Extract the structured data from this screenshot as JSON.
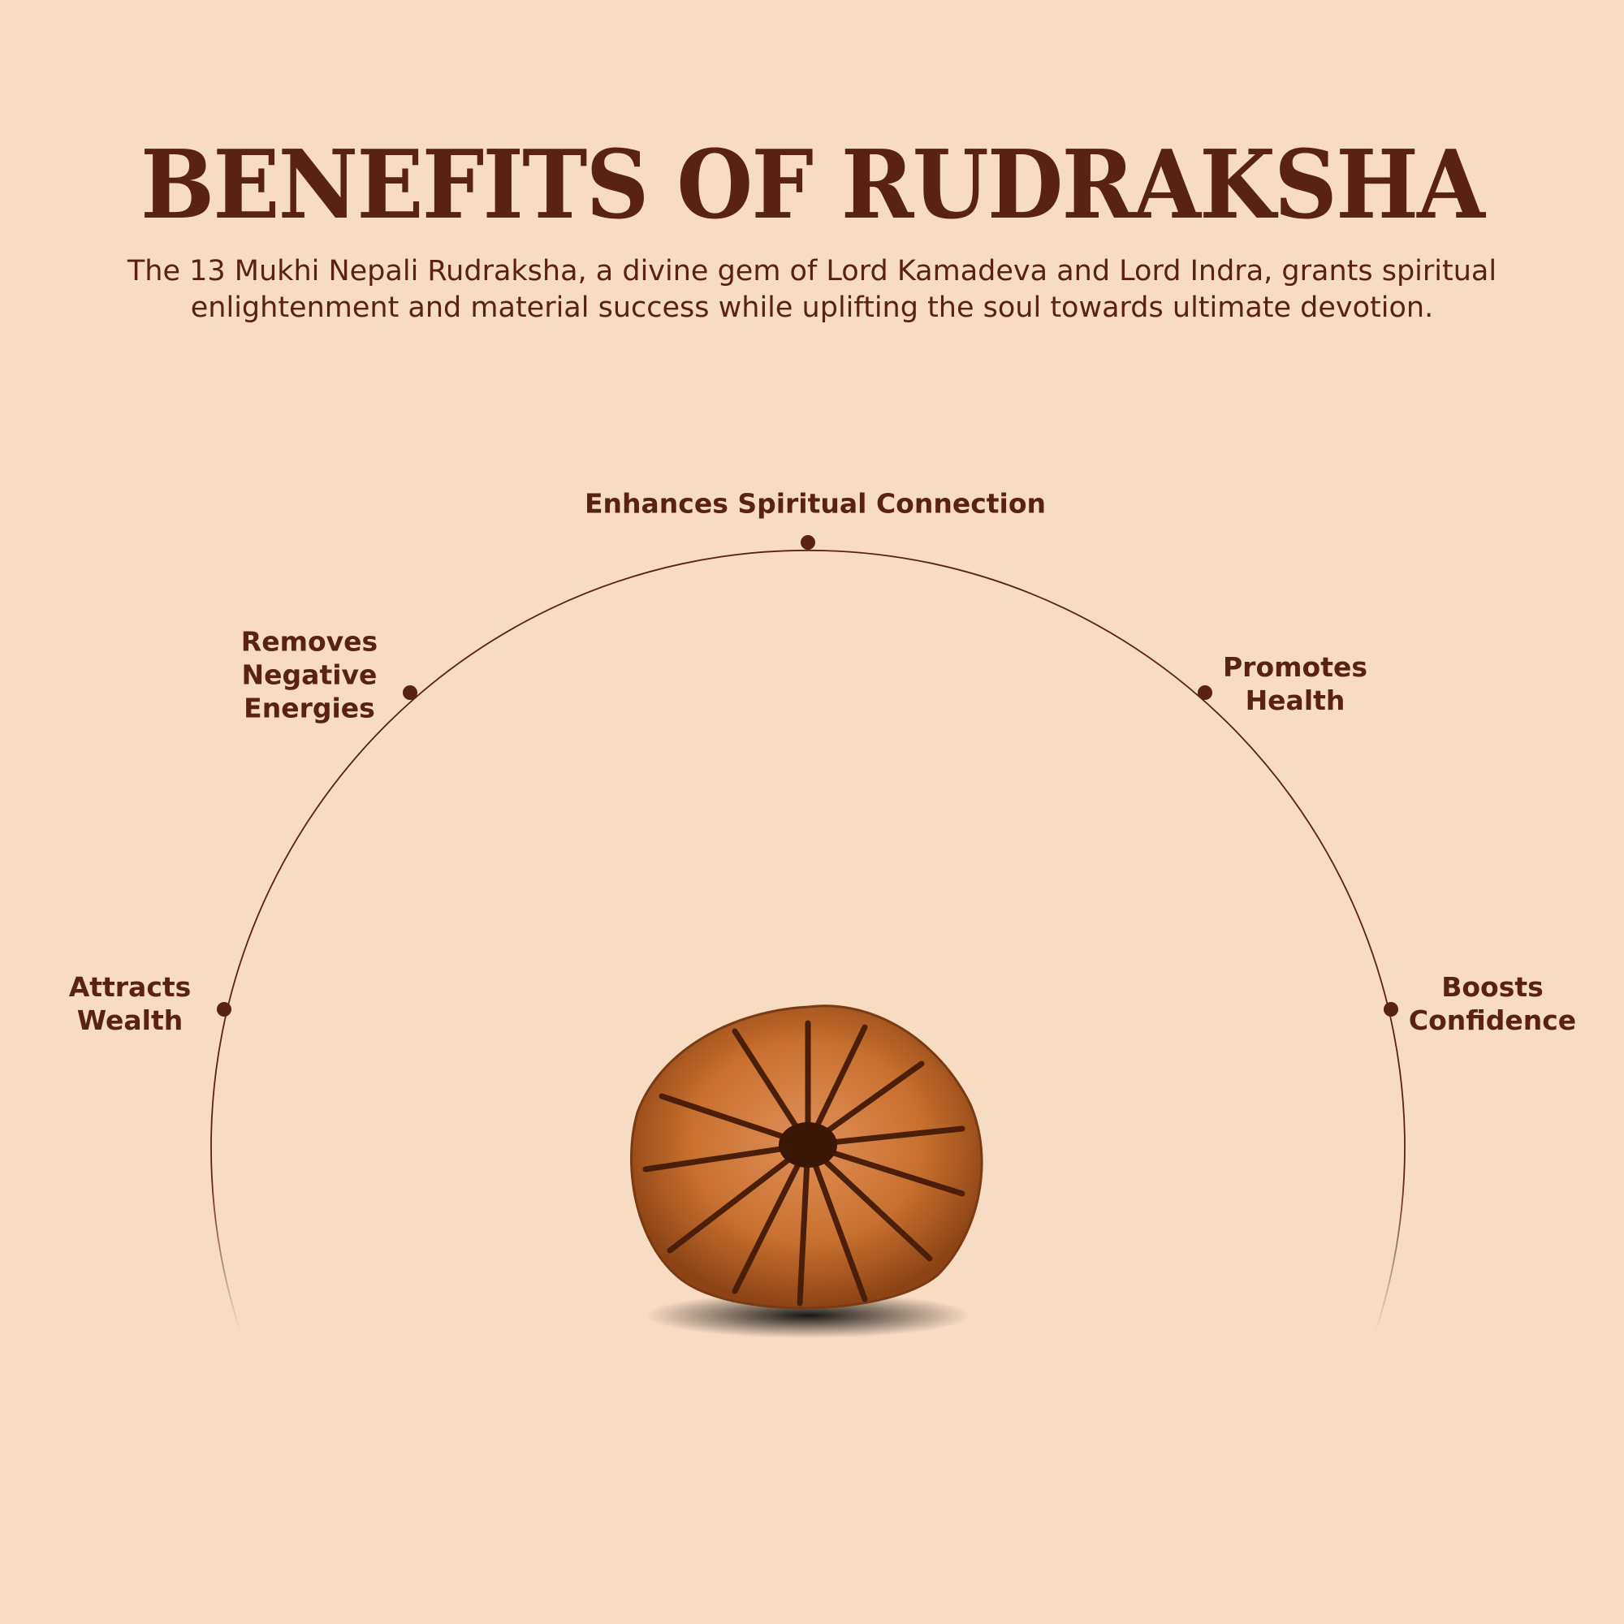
{
  "title": "BENEFITS OF RUDRAKSHA",
  "subtitle": {
    "line1": "The 13 Mukhi Nepali Rudraksha, a divine gem of Lord Kamadeva and Lord Indra, grants spiritual",
    "line2": "enlightenment and material success while uplifting the soul towards ultimate devotion."
  },
  "benefits": {
    "top": {
      "line1": "Enhances Spiritual Connection"
    },
    "upper_left": {
      "line1": "Removes",
      "line2": "Negative",
      "line3": "Energies"
    },
    "upper_right": {
      "line1": "Promotes",
      "line2": "Health"
    },
    "left": {
      "line1": "Attracts",
      "line2": "Wealth"
    },
    "right": {
      "line1": "Boosts",
      "line2": "Confidence"
    }
  },
  "colors": {
    "background": "#f7dbc2",
    "text": "#5a2210",
    "bead": "#c46a2c"
  }
}
